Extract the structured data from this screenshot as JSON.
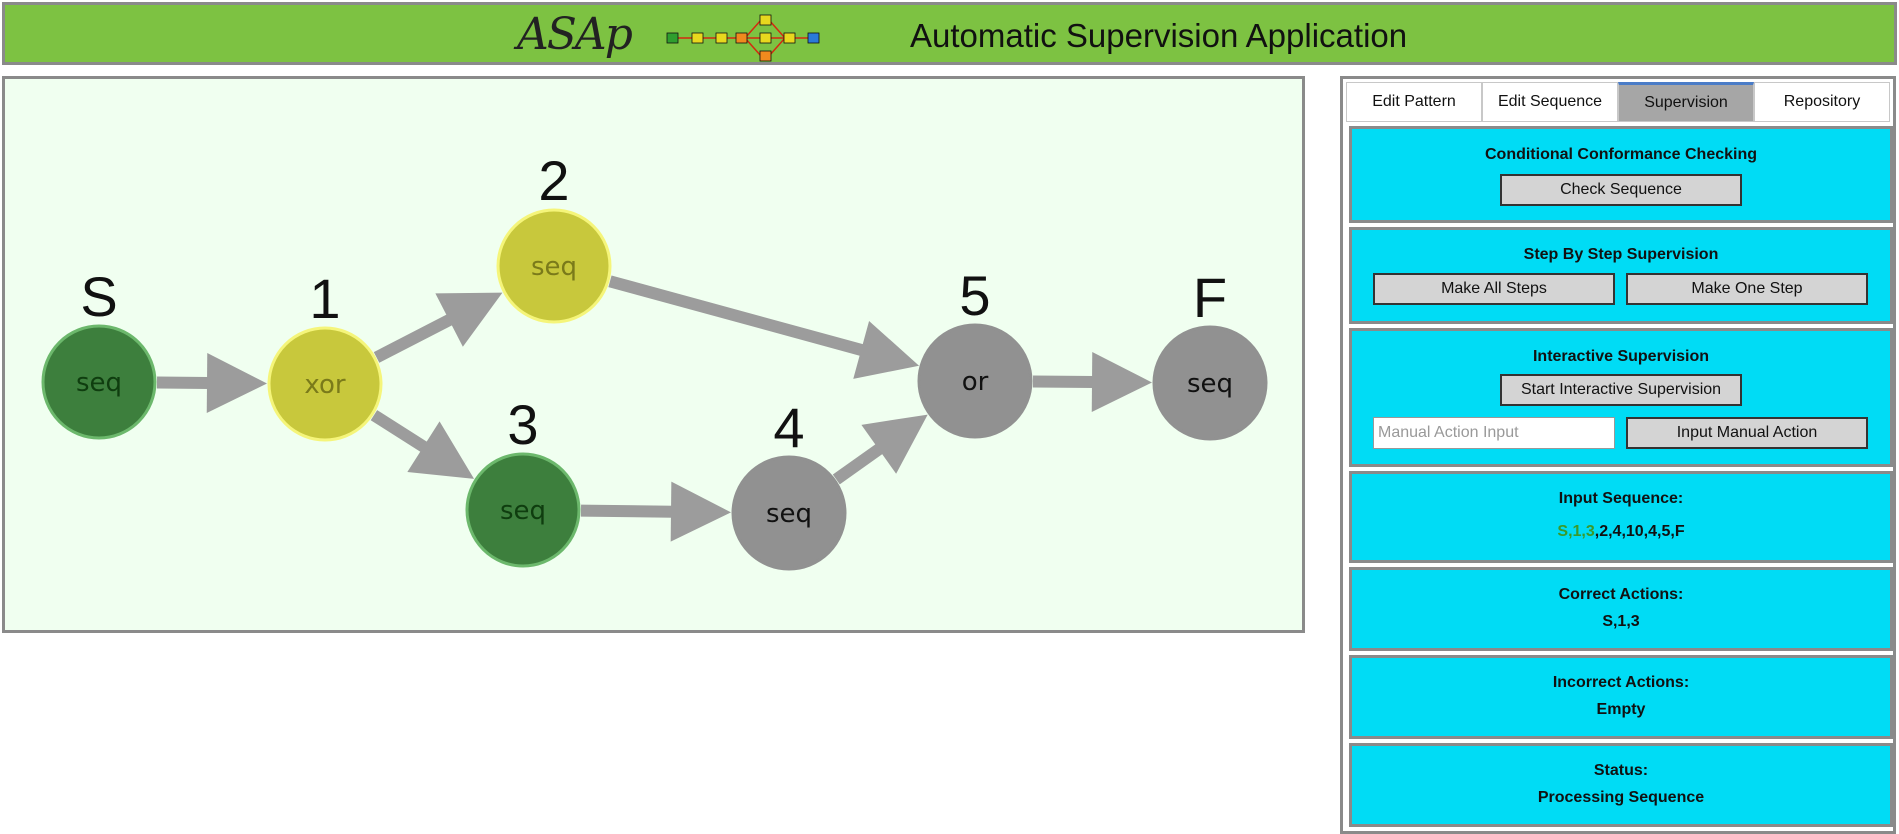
{
  "header": {
    "logo_text": "ASAp",
    "title": "Automatic Supervision Application",
    "brand_color": "#7dc242"
  },
  "graph": {
    "nodes": [
      {
        "id": "S",
        "label": "S",
        "type": "seq",
        "status": "done"
      },
      {
        "id": "1",
        "label": "1",
        "type": "xor",
        "status": "active"
      },
      {
        "id": "2",
        "label": "2",
        "type": "seq",
        "status": "active"
      },
      {
        "id": "3",
        "label": "3",
        "type": "seq",
        "status": "done"
      },
      {
        "id": "4",
        "label": "4",
        "type": "seq",
        "status": "pending"
      },
      {
        "id": "5",
        "label": "5",
        "type": "or",
        "status": "pending"
      },
      {
        "id": "F",
        "label": "F",
        "type": "seq",
        "status": "pending"
      }
    ],
    "edges": [
      [
        "S",
        "1"
      ],
      [
        "1",
        "2"
      ],
      [
        "1",
        "3"
      ],
      [
        "2",
        "5"
      ],
      [
        "3",
        "4"
      ],
      [
        "4",
        "5"
      ],
      [
        "5",
        "F"
      ]
    ],
    "colors": {
      "done": "#3d7f3d",
      "done_border": "#6cb86c",
      "done_text": "#0f3d0f",
      "active": "#c8c83c",
      "active_border": "#f5f57a",
      "active_text": "#7a7a1a",
      "pending": "#919191",
      "pending_text": "#111111",
      "edge": "#9c9c9c"
    }
  },
  "tabs": [
    {
      "label": "Edit Pattern",
      "active": false
    },
    {
      "label": "Edit Sequence",
      "active": false
    },
    {
      "label": "Supervision",
      "active": true
    },
    {
      "label": "Repository",
      "active": false
    }
  ],
  "conformance": {
    "title": "Conditional Conformance Checking",
    "check_button": "Check Sequence"
  },
  "step_by_step": {
    "title": "Step By Step Supervision",
    "all_button": "Make All Steps",
    "one_button": "Make One Step"
  },
  "interactive": {
    "title": "Interactive Supervision",
    "start_button": "Start Interactive Supervision",
    "input_placeholder": "Manual Action Input",
    "input_value": "",
    "input_button": "Input Manual Action"
  },
  "input_sequence": {
    "title": "Input Sequence:",
    "processed": "S,1,3",
    "remaining": ",2,4,10,4,5,F"
  },
  "correct_actions": {
    "title": "Correct Actions:",
    "value": "S,1,3"
  },
  "incorrect_actions": {
    "title": "Incorrect Actions:",
    "value": "Empty"
  },
  "status": {
    "title": "Status:",
    "value": "Processing Sequence"
  },
  "panel_color": "#00dcf5"
}
